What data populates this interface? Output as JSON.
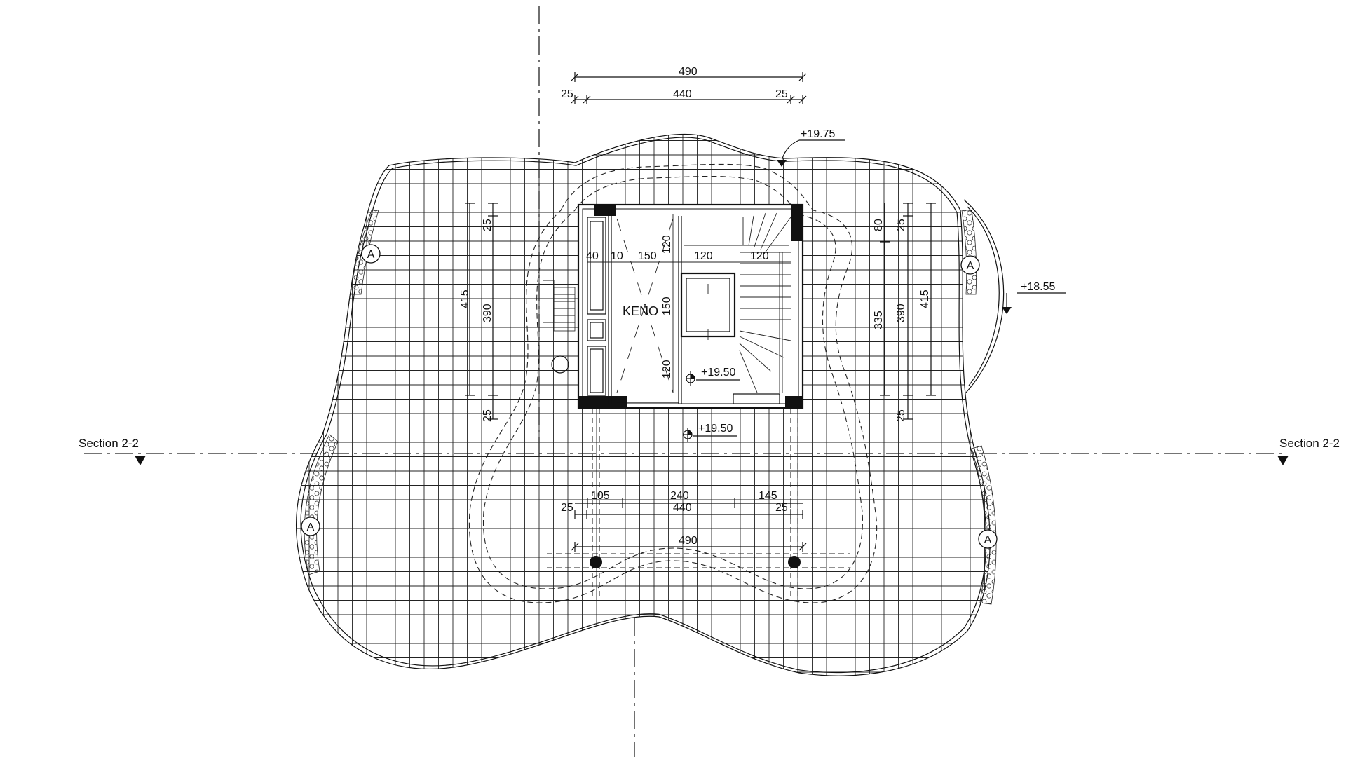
{
  "room": {
    "name": "KENO"
  },
  "sections": {
    "left": "Section 2-2",
    "right": "Section 2-2"
  },
  "levels": {
    "roof_top": "+19.75",
    "roof_side": "+18.55",
    "floor_inner": "+19.50",
    "floor_outer": "+19.50"
  },
  "markers": [
    "A",
    "A",
    "A",
    "A"
  ],
  "dims_top": {
    "overall": "490",
    "middle": "440",
    "left_end": "25",
    "right_end": "25"
  },
  "dims_bottom": {
    "overall": "490",
    "middle": "440",
    "left_end": "25",
    "right_end": "25",
    "seg1": "105",
    "seg2": "240",
    "seg3": "145"
  },
  "dims_left": {
    "outer": "415",
    "inner": "390",
    "top": "25",
    "bottom": "25"
  },
  "dims_right": {
    "outer": "415",
    "inner": "390",
    "part": "335",
    "top_a": "80",
    "top_b": "25",
    "bottom": "25"
  },
  "dims_interior": {
    "d40": "40",
    "d10": "10",
    "d150h": "150",
    "d120v_top": "120",
    "d120h_a": "120",
    "d120h_b": "120",
    "d150v": "150",
    "d120v_bottom": "120"
  }
}
